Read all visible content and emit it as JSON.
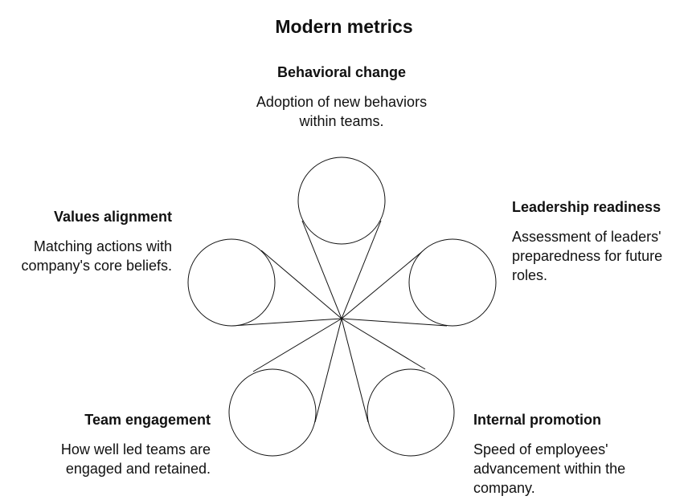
{
  "title": "Modern metrics",
  "metrics": [
    {
      "heading": "Behavioral change",
      "description": "Adoption of new behaviors within teams."
    },
    {
      "heading": "Leadership readiness",
      "description": "Assessment of leaders' preparedness for future roles."
    },
    {
      "heading": "Internal promotion",
      "description": "Speed of employees' advancement within the company."
    },
    {
      "heading": "Team engagement",
      "description": "How well led teams are engaged and retained."
    },
    {
      "heading": "Values alignment",
      "description": "Matching actions with company's core beliefs."
    }
  ],
  "colors": {
    "line": "#111111",
    "background": "#ffffff"
  }
}
